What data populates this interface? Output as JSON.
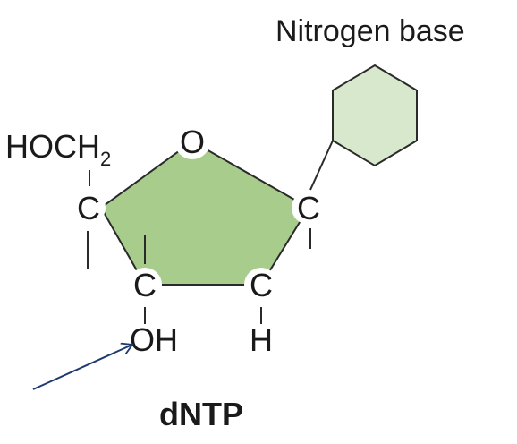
{
  "labels": {
    "nitrogen_base": "Nitrogen base",
    "hoch2_main": "HOCH",
    "hoch2_sub": "2",
    "ring_oxygen": "O",
    "carbon_4": "C",
    "carbon_1": "C",
    "carbon_3": "C",
    "carbon_2": "C",
    "hydroxyl": "OH",
    "hydrogen": "H",
    "molecule_name": "dNTP"
  },
  "colors": {
    "ring_fill": "#a8cc8c",
    "base_fill": "#d8e8cc",
    "line": "#2a2a2a",
    "arrow": "#1f3a6e"
  }
}
